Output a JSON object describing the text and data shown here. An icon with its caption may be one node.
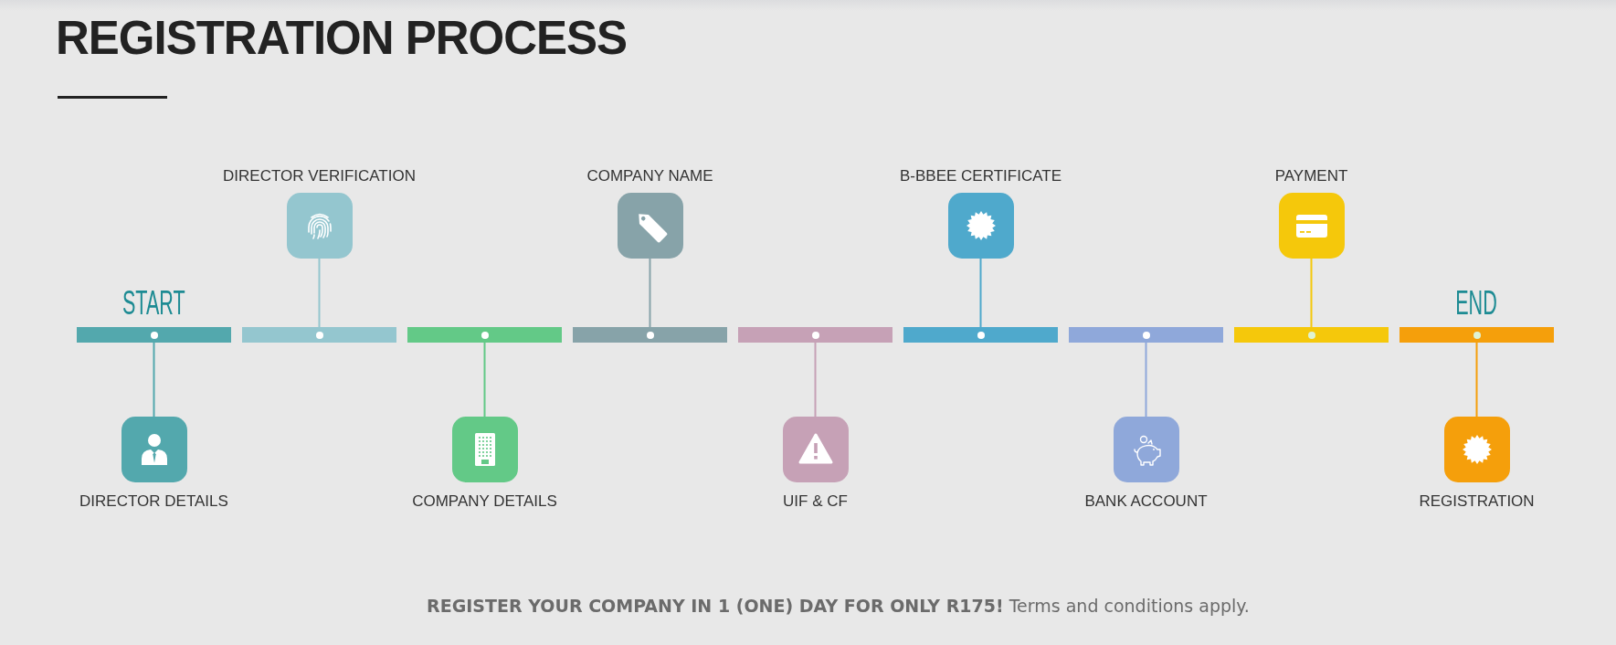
{
  "diagram": {
    "title": "REGISTRATION PROCESS",
    "caption": "**REGISTER YOUR COMPANY IN 1 (ONE) DAY FOR ONLY R175!** Terms and conditions apply.",
    "nodes": [
      {
        "text": [
          "START"
        ]
      },
      {
        "text": [
          "DIRECTOR DETAILS"
        ]
      },
      {
        "text": [],
        "shape": "bar"
      },
      {
        "text": [
          "DIRECTOR VERIFICATION"
        ]
      },
      {
        "text": [],
        "shape": "bar"
      },
      {
        "text": [
          "COMPANY DETAILS"
        ]
      },
      {
        "text": [],
        "shape": "bar"
      },
      {
        "text": [
          "COMPANY NAME"
        ]
      },
      {
        "text": [],
        "shape": "bar"
      },
      {
        "text": [
          "UIF & CF"
        ]
      },
      {
        "text": [],
        "shape": "bar"
      },
      {
        "text": [
          "B-BBEE CERTIFICATE"
        ]
      },
      {
        "text": [],
        "shape": "bar"
      },
      {
        "text": [
          "BANK ACCOUNT"
        ]
      },
      {
        "text": [],
        "shape": "bar"
      },
      {
        "text": [
          "PAYMENT"
        ]
      },
      {
        "text": [
          "END"
        ]
      },
      {
        "text": [
          "REGISTRATION"
        ]
      }
    ],
    "edges": [
      {
        "from": 0,
        "to": 1,
        "arrow": "none",
        "color": "#53a8ad"
      },
      {
        "from": 2,
        "to": 3,
        "arrow": "none",
        "color": "#94c6cf"
      },
      {
        "from": 4,
        "to": 5,
        "arrow": "none",
        "color": "#63c987"
      },
      {
        "from": 6,
        "to": 7,
        "arrow": "none",
        "color": "#87a3a9"
      },
      {
        "from": 8,
        "to": 9,
        "arrow": "none",
        "color": "#c6a1b6"
      },
      {
        "from": 10,
        "to": 11,
        "arrow": "none",
        "color": "#4fa9cc"
      },
      {
        "from": 12,
        "to": 13,
        "arrow": "none",
        "color": "#8fa8da"
      },
      {
        "from": 14,
        "to": 15,
        "arrow": "none",
        "color": "#f5c80b"
      },
      {
        "from": 16,
        "to": 17,
        "arrow": "none",
        "color": "#f59f0b"
      }
    ]
  }
}
